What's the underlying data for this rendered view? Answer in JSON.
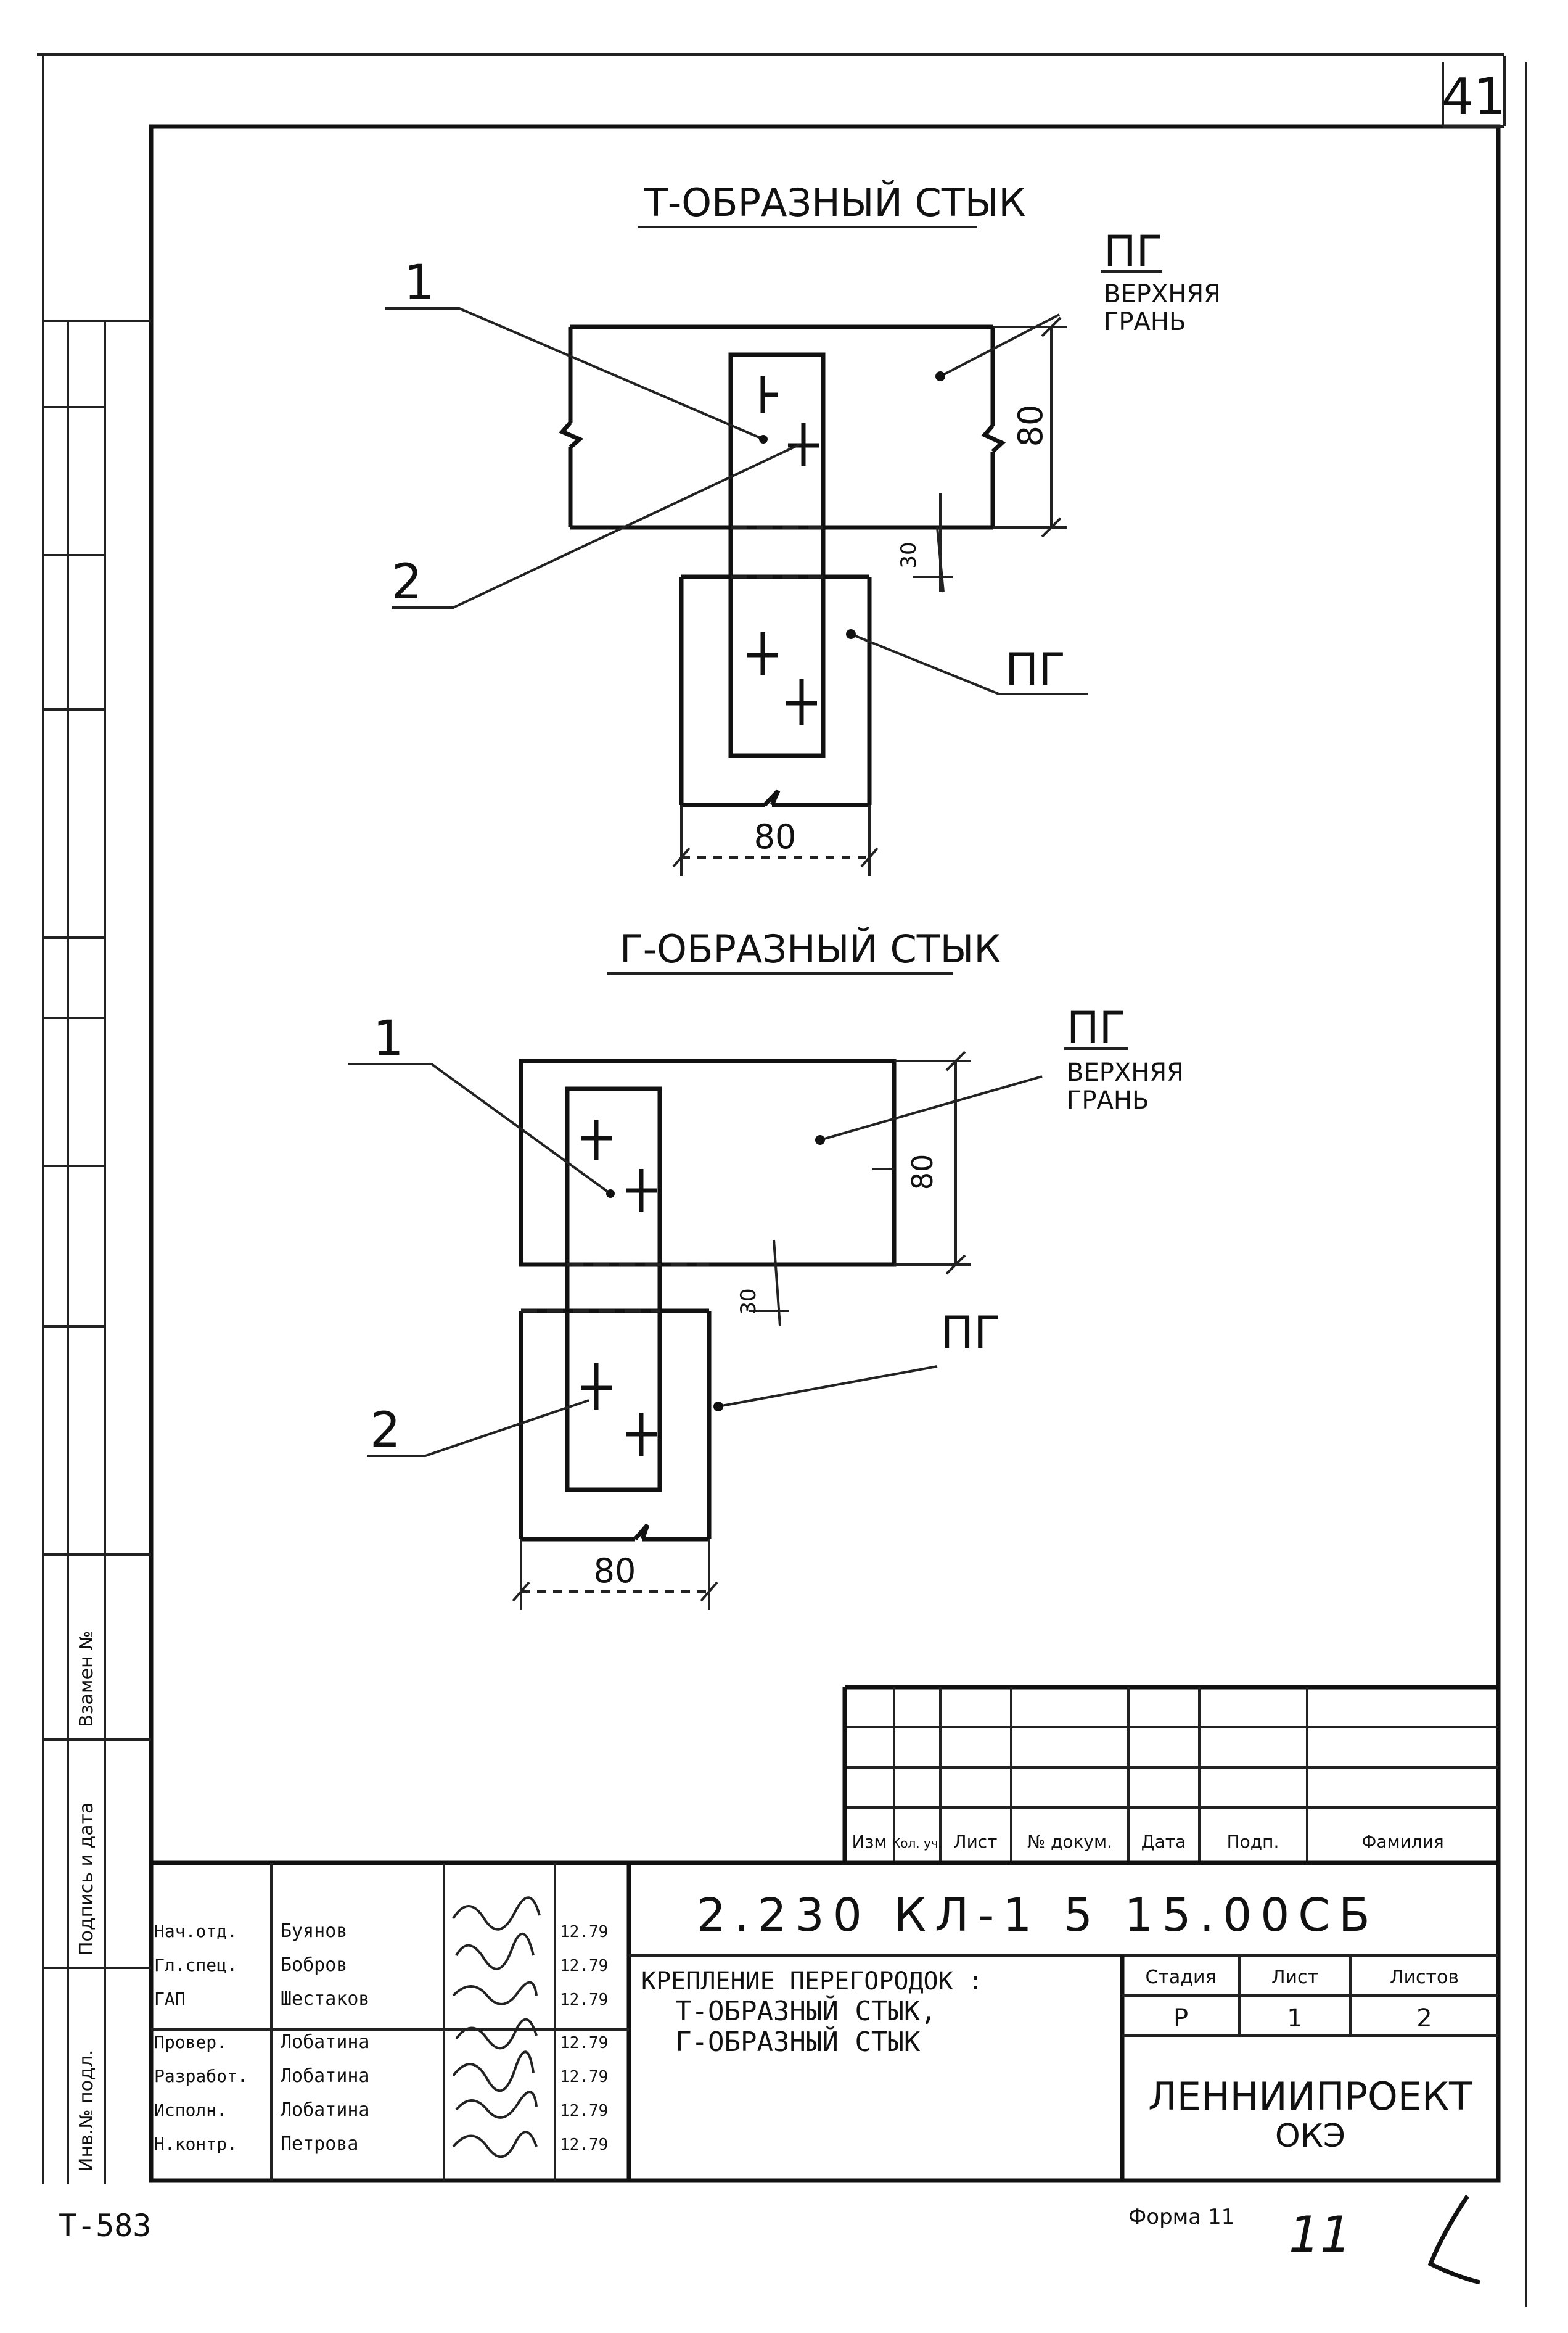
{
  "sheet_number": "41",
  "stamp_left": "Т-583",
  "stamp_right": "Форма 11",
  "handwritten_page": "11",
  "margin": {
    "labels": [
      "Взамен №",
      "Подпись и дата",
      "Инв.№ подл."
    ]
  },
  "views": [
    {
      "title": "Т-ОБРАЗНЫЙ СТЫК",
      "callout_1": "1",
      "callout_2": "2",
      "top_label": "ПГ",
      "top_face_line1": "ВЕРХНЯЯ",
      "top_face_line2": "ГРАНЬ",
      "bottom_label": "ПГ",
      "dim_height": "80",
      "dim_gap": "30",
      "dim_width": "80"
    },
    {
      "title": "Г-ОБРАЗНЫЙ СТЫК",
      "callout_1": "1",
      "callout_2": "2",
      "top_label": "ПГ",
      "top_face_line1": "ВЕРХНЯЯ",
      "top_face_line2": "ГРАНЬ",
      "bottom_label": "ПГ",
      "dim_height": "80",
      "dim_gap": "30",
      "dim_width": "80"
    }
  ],
  "revision_table": {
    "headers": [
      "Изм",
      "Кол. уч.",
      "Лист",
      "№ докум.",
      "Дата",
      "Подп.",
      "Фамилия"
    ]
  },
  "title_block": {
    "code": "2.230 КЛ-1 5 15.00СБ",
    "description_line1": "КРЕПЛЕНИЕ ПЕРЕГОРОДОК :",
    "description_line2": "Т-ОБРАЗНЫЙ СТЫК,",
    "description_line3": "Г-ОБРАЗНЫЙ СТЫК",
    "stage_header": "Стадия",
    "sheet_header": "Лист",
    "sheets_header": "Листов",
    "stage_value": "Р",
    "sheet_value": "1",
    "sheets_value": "2",
    "organization_line1": "ЛЕННИИПРОЕКТ",
    "organization_line2": "ОКЭ",
    "roles": [
      "Нач.отд.",
      "Гл.спец.",
      "ГАП",
      "Провер.",
      "Разработ.",
      "Исполн.",
      "Н.контр."
    ],
    "names": [
      "Буянов",
      "Бобров",
      "Шестаков",
      "Лобатина",
      "Лобатина",
      "Лобатина",
      "Петрова"
    ],
    "dates": [
      "12.79",
      "12.79",
      "12.79",
      "12.79",
      "12.79",
      "12.79",
      "12.79"
    ]
  }
}
